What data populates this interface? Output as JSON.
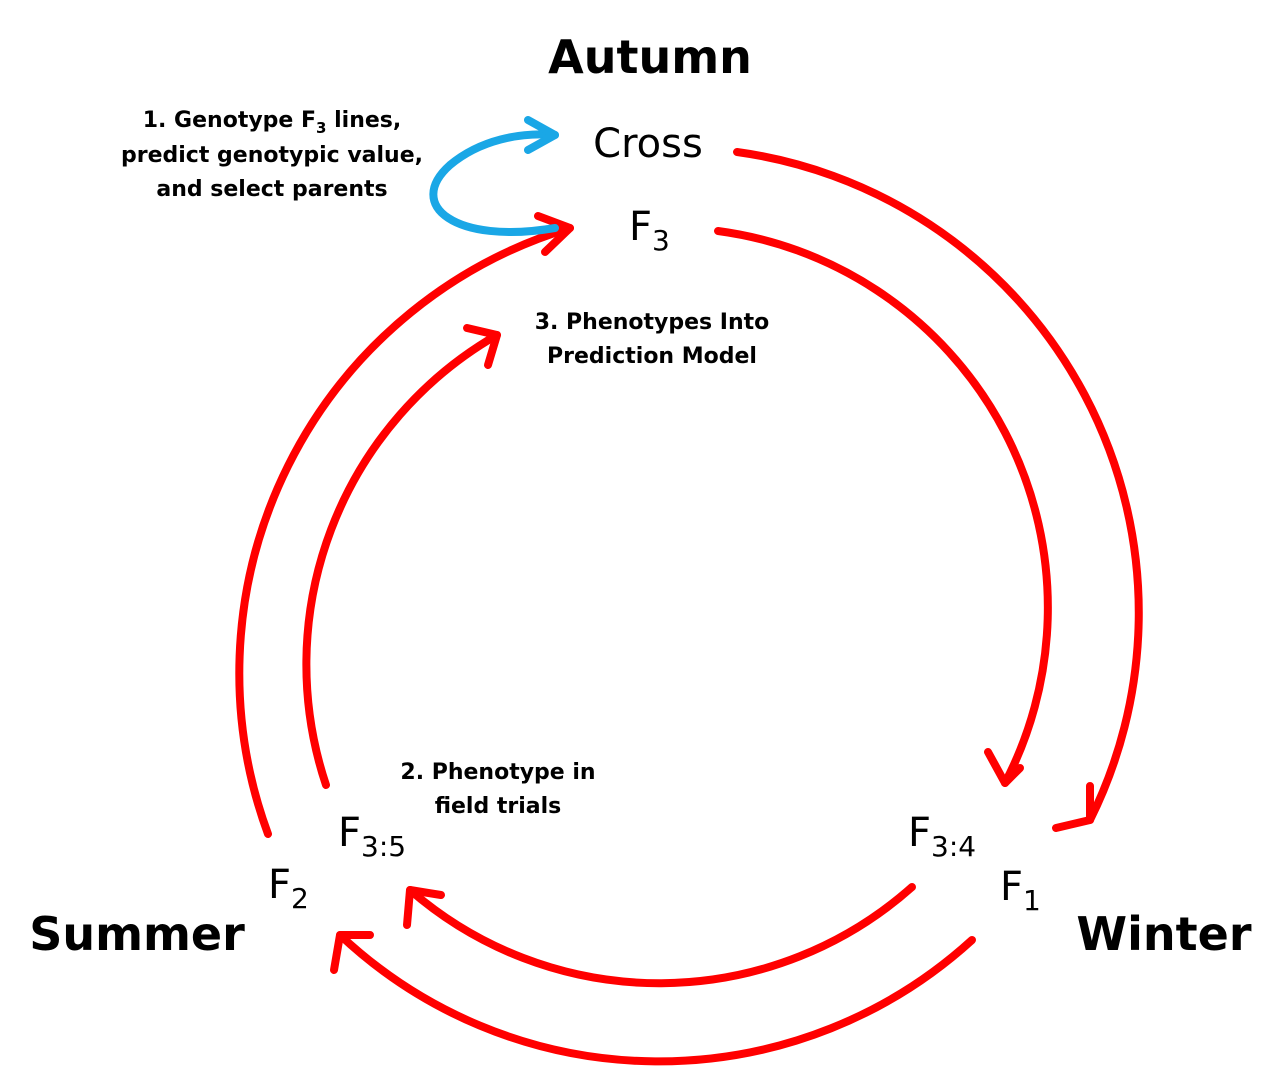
{
  "colors": {
    "cycle_arrow": "#ff0000",
    "genotype_arrow": "#1aa7e6",
    "text": "#000000",
    "background": "#ffffff"
  },
  "seasons": {
    "autumn": "Autumn",
    "summer": "Summer",
    "winter": "Winter"
  },
  "generations": {
    "cross": "Cross",
    "f3": {
      "base": "F",
      "sub": "3"
    },
    "f1": {
      "base": "F",
      "sub": "1"
    },
    "f2": {
      "base": "F",
      "sub": "2"
    },
    "f3_4": {
      "base": "F",
      "sub": "3:4"
    },
    "f3_5": {
      "base": "F",
      "sub": "3:5"
    }
  },
  "notes": {
    "genotype": {
      "line1_prefix": "1. Genotype F",
      "line1_sub": "3",
      "line1_suffix": " lines,",
      "line2": "predict genotypic value,",
      "line3": "and select parents"
    },
    "phenotype": {
      "line1": "2. Phenotype in",
      "line2": "field trials"
    },
    "prediction": {
      "line1": "3. Phenotypes Into",
      "line2": "Prediction Model"
    }
  }
}
